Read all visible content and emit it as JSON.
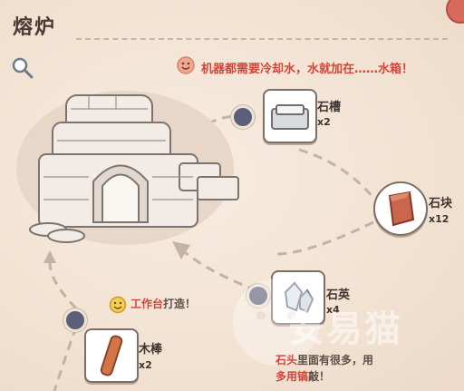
{
  "window": {
    "title": "熔炉"
  },
  "hint": {
    "text": "机器都需要冷却水，水就加在……水箱！"
  },
  "materials": {
    "stone_trough": {
      "name": "石槽",
      "qty": "x2"
    },
    "stone_block": {
      "name": "石块",
      "qty": "x12"
    },
    "quartz": {
      "name": "石英",
      "qty": "x4"
    },
    "wood_stick": {
      "name": "木棒",
      "qty": "x2"
    }
  },
  "workbench_tip": {
    "highlight": "工作台",
    "text": "打造！"
  },
  "stone_tip": {
    "line1_highlight": "石头",
    "line1_rest": "里面有很多，用",
    "line2_highlight": "多用镐",
    "line2_rest": "敲！"
  },
  "watermark": {
    "text": "安易猫"
  },
  "colors": {
    "accent_red": "#d2463a",
    "node": "#5a6078",
    "panel": "#f4e6d8"
  },
  "icons": [
    "search-icon",
    "smiley-icon",
    "furnace-illustration",
    "close-icon"
  ]
}
